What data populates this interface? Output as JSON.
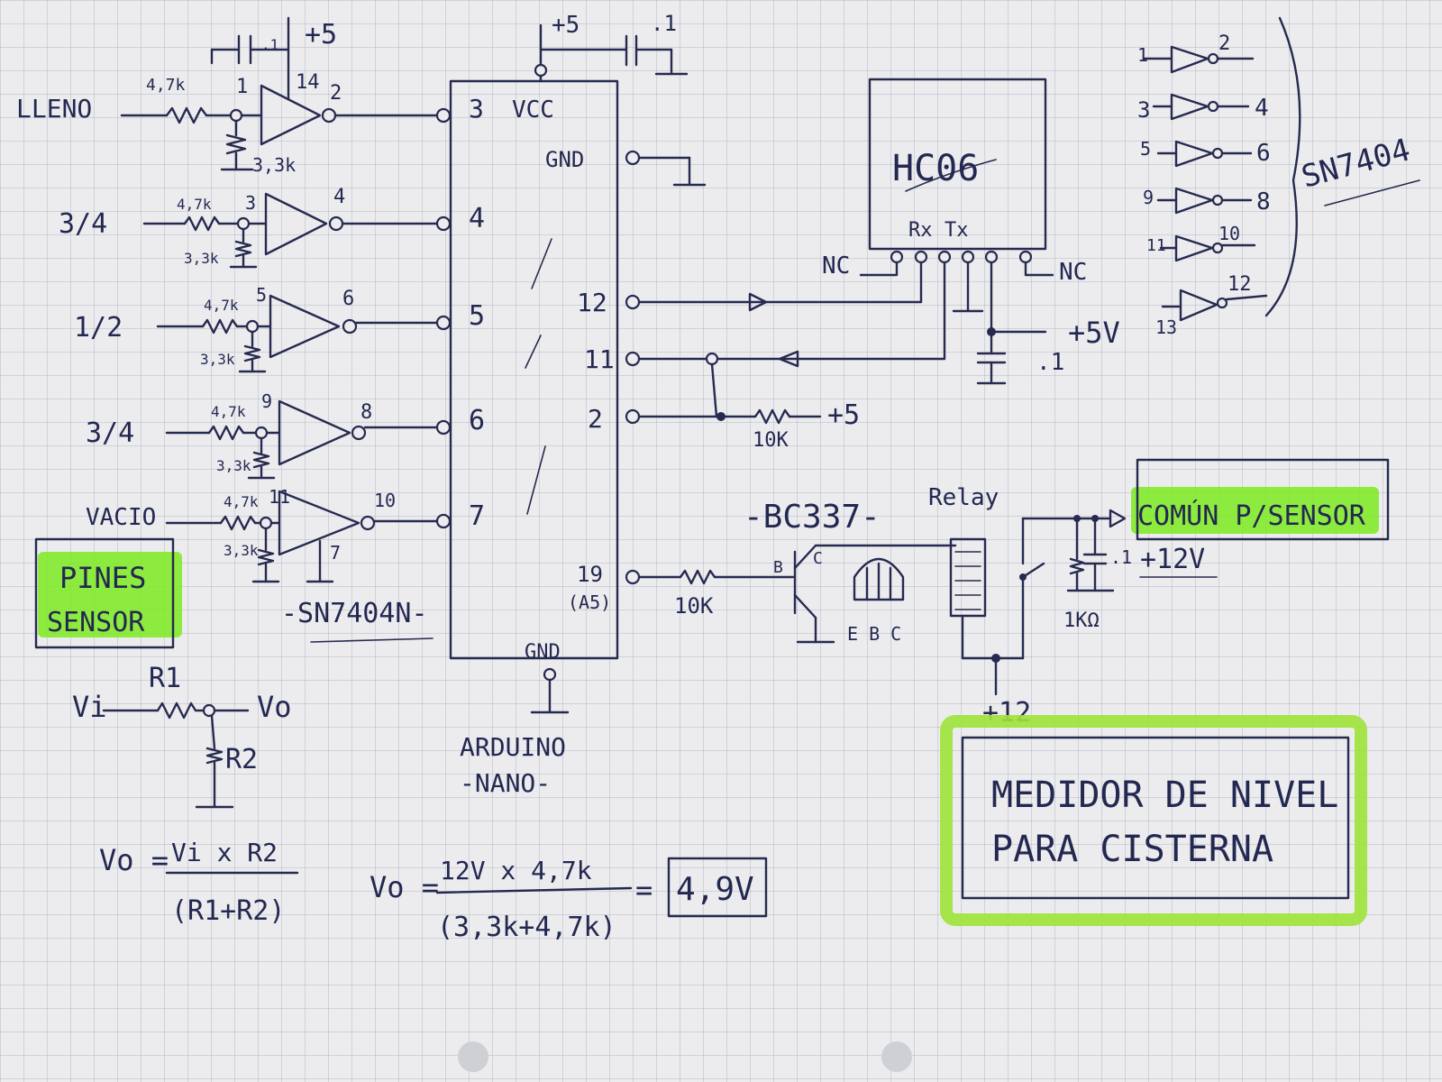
{
  "diagram": {
    "title_line1": "MEDIDOR DE NIVEL",
    "title_line2": "PARA CISTERNA",
    "sensor_box": {
      "line1": "PINES",
      "line2": "SENSOR"
    },
    "sensor_levels": [
      "LLENO",
      "3/4",
      "1/2",
      "3/4",
      "VACIO"
    ],
    "resistor_top": "4,7k",
    "resistor_bottom": "3,3k",
    "inverter_chip": "-SN7404N-",
    "inverter_chip_side": "SN7404",
    "arduino": {
      "label1": "ARDUINO",
      "label2": "-NANO-",
      "pins_left": [
        "3",
        "4",
        "5",
        "6",
        "7"
      ],
      "vcc": "VCC",
      "gnd": "GND",
      "gnd_bottom": "GND",
      "pins_right": [
        "12",
        "11",
        "2",
        "19",
        "(A5)"
      ]
    },
    "inverter_pins": {
      "g1_in": "1",
      "g1_out": "2",
      "g1_vcc": "14",
      "g2_in": "3",
      "g2_out": "4",
      "g3_in": "5",
      "g3_out": "6",
      "g4_in": "9",
      "g4_out": "8",
      "g5_in": "11",
      "g5_out": "10",
      "g5_gnd": "7"
    },
    "pinout": [
      {
        "in": "1",
        "out": "2"
      },
      {
        "in": "3",
        "out": "4"
      },
      {
        "in": "5",
        "out": "6"
      },
      {
        "in": "9",
        "out": "8"
      },
      {
        "in": "11",
        "out": "10"
      },
      {
        "in": "13",
        "out": "12"
      }
    ],
    "module": {
      "name": "HC06",
      "rx": "Rx",
      "tx": "Tx",
      "nc_left": "NC",
      "nc_right": "NC"
    },
    "supplies": {
      "plus5_top": "+5",
      "plus5_top2": "+5",
      "cap_top": ".1",
      "cap_top2": ".1",
      "plus5v": "+5V",
      "cap_bt": ".1",
      "plus5_pullup": "+5",
      "plus12": "+12",
      "plus12v": "+12V",
      "cap_relay": ".1"
    },
    "pullup": "10K",
    "base_res": "10K",
    "transistor": "-BC337-",
    "transistor_pins": {
      "b": "B",
      "c": "C",
      "ebc": "E B C"
    },
    "relay": "Relay",
    "relay_res": "1KΩ",
    "common_label": "COMÚN P/SENSOR",
    "divider": {
      "vi": "Vi",
      "vo": "Vo",
      "r1": "R1",
      "r2": "R2"
    },
    "formula1": {
      "lhs": "Vo =",
      "num": "Vi x R2",
      "den": "(R1+R2)"
    },
    "formula2": {
      "lhs": "Vo =",
      "num": "12V x 4,7k",
      "den": "(3,3k+4,7k)",
      "result": "4,9V"
    }
  },
  "colors": {
    "ink": "#262a4f",
    "highlight": "#7cea1e",
    "paper": "#ececee"
  }
}
